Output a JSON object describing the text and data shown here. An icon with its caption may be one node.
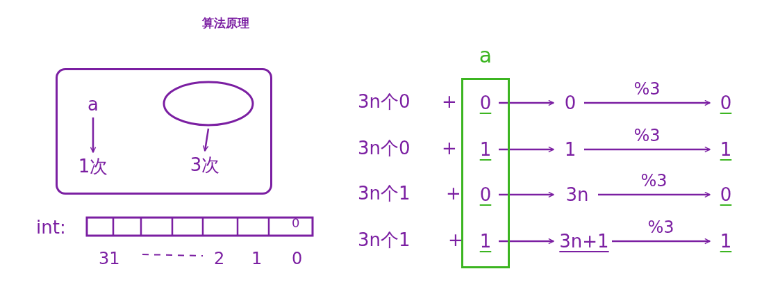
{
  "diagram": {
    "title": "算法原理",
    "nodes": [
      {
        "text": [],
        "shape": "box"
      },
      {
        "text": [
          "a"
        ],
        "in": 0
      },
      {
        "text": [],
        "shape": "ellipse",
        "in": 0
      },
      {
        "text": [
          "1次"
        ],
        "in": 0
      },
      {
        "text": [
          "3次"
        ],
        "in": 0
      },
      {
        "text": [
          "a"
        ]
      },
      {
        "text": [
          "0"
        ],
        "in": 5
      },
      {
        "text": [
          "1"
        ],
        "in": 5
      },
      {
        "text": [
          "0"
        ],
        "in": 5
      },
      {
        "text": [
          "1"
        ],
        "in": 5
      },
      {
        "text": [
          "0"
        ]
      },
      {
        "text": [
          "1"
        ]
      },
      {
        "text": [
          "3n"
        ]
      },
      {
        "text": [
          "3n+1"
        ]
      },
      {
        "text": [
          "0"
        ]
      },
      {
        "text": [
          "1"
        ]
      },
      {
        "text": [
          "0"
        ]
      },
      {
        "text": [
          "1"
        ]
      }
    ],
    "edges": [
      {
        "from": 1,
        "to": 3,
        "arrow": "to"
      },
      {
        "from": 2,
        "to": 4,
        "arrow": "to"
      },
      {
        "from": 6,
        "to": 10,
        "arrow": "to"
      },
      {
        "from": 7,
        "to": 11,
        "arrow": "to"
      },
      {
        "from": 8,
        "to": 12,
        "arrow": "to"
      },
      {
        "from": 9,
        "to": 13,
        "arrow": "to"
      },
      {
        "from": 10,
        "to": 14,
        "arrow": "to",
        "label": "%3"
      },
      {
        "from": 11,
        "to": 15,
        "arrow": "to",
        "label": "%3"
      },
      {
        "from": 12,
        "to": 16,
        "arrow": "to",
        "label": "%3"
      },
      {
        "from": 13,
        "to": 17,
        "arrow": "to",
        "label": "%3"
      }
    ],
    "labels": [
      "int:",
      "0",
      "31",
      "2",
      "1",
      "0",
      "3n个0",
      "+",
      "3n个0",
      "+",
      "3n个1",
      "+",
      "3n个1",
      "+"
    ]
  }
}
